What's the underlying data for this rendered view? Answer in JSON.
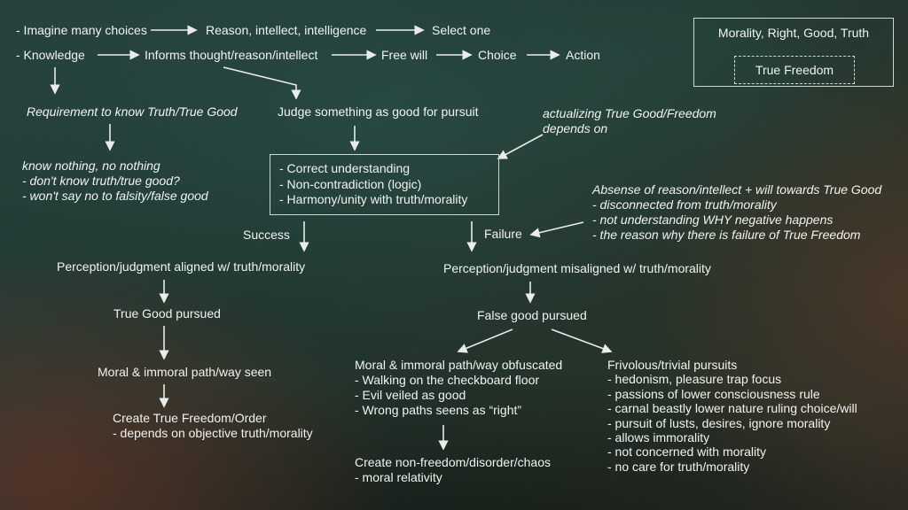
{
  "flow": {
    "imagine": "- Imagine many choices",
    "reason": "Reason, intellect, intelligence",
    "select_one": "Select one",
    "knowledge": "- Knowledge",
    "informs": "Informs thought/reason/intellect",
    "free_will": "Free will",
    "choice": "Choice",
    "action": "Action",
    "judge": "Judge something as good for pursuit",
    "success": "Success",
    "failure": "Failure",
    "aligned": "Perception/judgment aligned w/ truth/morality",
    "misaligned": "Perception/judgment misaligned w/ truth/morality",
    "true_good": "True Good pursued",
    "false_good": "False good pursued",
    "moral_seen": "Moral & immoral path/way seen"
  },
  "legend": {
    "title": "Morality, Right, Good, Truth",
    "inner": "True Freedom"
  },
  "notes": {
    "requirement": "Requirement to know Truth/True Good",
    "know_nothing": [
      "know nothing, no nothing",
      "- don't know truth/true good?",
      "- won't say no to falsity/false good"
    ],
    "actualizing": [
      "actualizing True Good/Freedom",
      "depends on"
    ],
    "absense": [
      "Absense of reason/intellect + will towards True Good",
      "- disconnected from truth/morality",
      "- not understanding WHY negative happens",
      "- the reason why there is failure of True Freedom"
    ]
  },
  "blocks": {
    "criteria": [
      "- Correct understanding",
      "- Non-contradiction (logic)",
      "- Harmony/unity with truth/morality"
    ],
    "create_order": [
      "Create True Freedom/Order",
      "- depends on objective truth/morality"
    ],
    "obfuscated": [
      "Moral & immoral path/way obfuscated",
      "- Walking on the checkboard floor",
      "- Evil veiled as good",
      "- Wrong paths seens as “right”"
    ],
    "chaos": [
      "Create non-freedom/disorder/chaos",
      "- moral relativity"
    ],
    "frivolous": [
      "Frivolous/trivial pursuits",
      "- hedonism, pleasure trap focus",
      "- passions of lower consciousness rule",
      "- carnal beastly lower nature ruling choice/will",
      "- pursuit of lusts, desires, ignore morality",
      "- allows immorality",
      "- not concerned with morality",
      "- no care for truth/morality"
    ]
  }
}
